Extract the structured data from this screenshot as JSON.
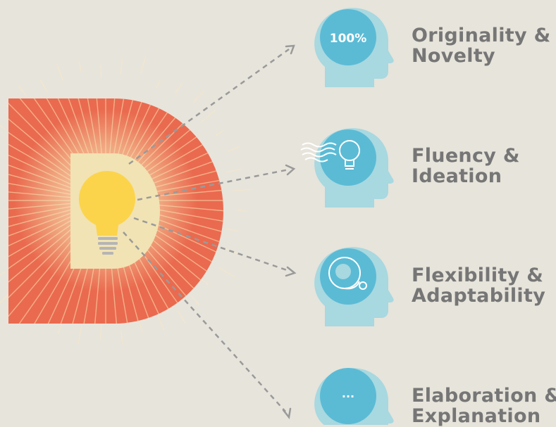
{
  "colors": {
    "background": "#e7e4db",
    "d_shape": "#ea6a4f",
    "rays": "#f6c89a",
    "inner_glow": "#f1e3b3",
    "bulb": "#fbd44c",
    "head": "#a8d8e0",
    "head_circle": "#5bbbd5",
    "arrow": "#9a9a9a",
    "label_text": "#767676"
  },
  "items": [
    {
      "icon": "percent-badge-icon",
      "badge_text": "100%",
      "line1": "Originality &",
      "line2": "Novelty"
    },
    {
      "icon": "lightbulb-wind-icon",
      "line1": "Fluency &",
      "line2": "Ideation"
    },
    {
      "icon": "orbit-circle-icon",
      "line1": "Flexibility &",
      "line2": "Adaptability"
    },
    {
      "icon": "ellipsis-icon",
      "badge_text": "...",
      "line1": "Elaboration &",
      "line2": "Explanation"
    }
  ]
}
